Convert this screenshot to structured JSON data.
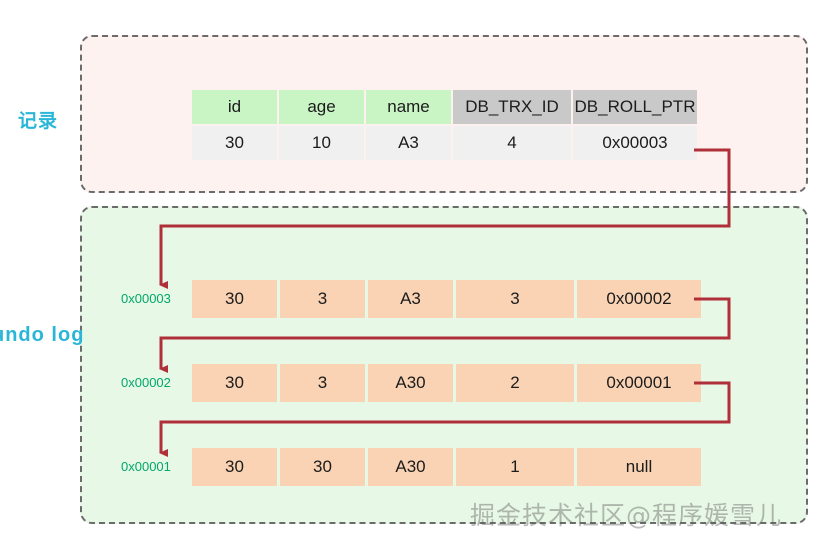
{
  "diagram": {
    "title_labels": {
      "record": "记录",
      "undo_log": "undo log"
    },
    "watermark": "掘金技术社区@程序媛雪儿",
    "colors": {
      "record_panel_bg": "#fdf2f0",
      "undo_panel_bg": "#e8f8e6",
      "panel_border": "#6b6b6b",
      "header_green": "#c9f5c4",
      "header_gray": "#c9c9c9",
      "undo_cell": "#f9d3b4",
      "arrow": "#b0303a",
      "address_text": "#00a86b",
      "side_label": "#29b6d8"
    }
  },
  "record": {
    "headers": {
      "id": "id",
      "age": "age",
      "name": "name",
      "trx": "DB_TRX_ID",
      "ptr": "DB_ROLL_PTR"
    },
    "row": {
      "id": "30",
      "age": "10",
      "name": "A3",
      "trx": "4",
      "ptr": "0x00003"
    }
  },
  "undo_log": {
    "rows": [
      {
        "address": "0x00003",
        "id": "30",
        "age": "3",
        "name": "A3",
        "trx": "3",
        "ptr": "0x00002"
      },
      {
        "address": "0x00002",
        "id": "30",
        "age": "3",
        "name": "A30",
        "trx": "2",
        "ptr": "0x00001"
      },
      {
        "address": "0x00001",
        "id": "30",
        "age": "30",
        "name": "A30",
        "trx": "1",
        "ptr": "null"
      }
    ]
  }
}
